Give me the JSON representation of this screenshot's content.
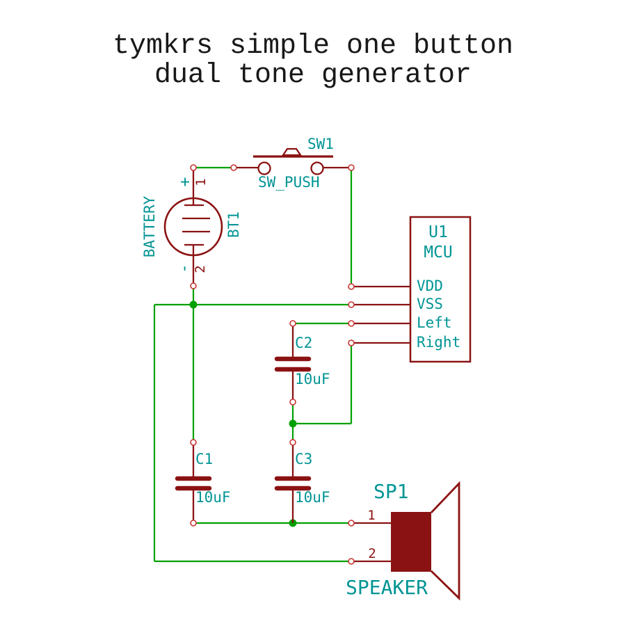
{
  "title": {
    "line1": "tymkrs simple one button",
    "line2": "dual tone generator"
  },
  "colors": {
    "wire_green": "#00A000",
    "symbol_red": "#8B1212",
    "label_teal": "#009494",
    "pin_end_red": "#C83232",
    "title_black": "#181818",
    "background": "#FFFFFF"
  },
  "components": {
    "switch": {
      "ref": "SW1",
      "value": "SW_PUSH"
    },
    "battery": {
      "ref": "BT1",
      "value": "BATTERY",
      "pin1": "1",
      "pin2": "2",
      "plus": "+",
      "minus": "-"
    },
    "mcu": {
      "ref": "U1",
      "value": "MCU",
      "pins": [
        {
          "label": "VDD"
        },
        {
          "label": "VSS"
        },
        {
          "label": "Left"
        },
        {
          "label": "Right"
        }
      ]
    },
    "c1": {
      "ref": "C1",
      "value": "10uF"
    },
    "c2": {
      "ref": "C2",
      "value": "10uF"
    },
    "c3": {
      "ref": "C3",
      "value": "10uF"
    },
    "speaker": {
      "ref": "SP1",
      "value": "SPEAKER",
      "pin1": "1",
      "pin2": "2"
    }
  }
}
